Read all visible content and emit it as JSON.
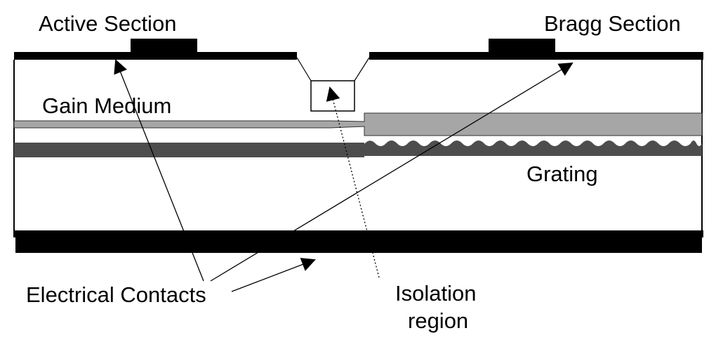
{
  "labels": {
    "active_section": "Active Section",
    "bragg_section": "Bragg Section",
    "gain_medium": "Gain Medium",
    "grating": "Grating",
    "electrical_contacts": "Electrical Contacts",
    "isolation_region_line1": "Isolation",
    "isolation_region_line2": "region"
  },
  "colors": {
    "background": "#ffffff",
    "contact_black": "#000000",
    "waveguide_light_gray": "#a6a6a6",
    "active_layer_dark_gray": "#4d4d4d",
    "line_black": "#000000"
  }
}
